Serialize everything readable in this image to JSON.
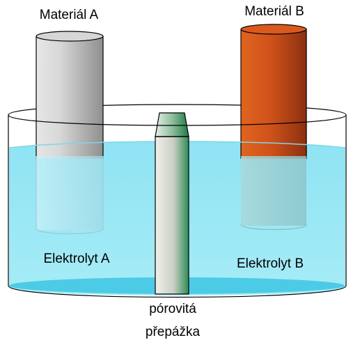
{
  "labels": {
    "material_a": "Materiál A",
    "material_b": "Materiál B",
    "electrolyte_a": "Elektrolyt A",
    "electrolyte_b": "Elektrolyt B",
    "separator_line1": "pórovitá",
    "separator_line2": "přepážka"
  },
  "colors": {
    "electrolyte": "#8fe3f3",
    "electrolyte_deep": "#5cd0ea",
    "electrode_a": "#c8c8c8",
    "electrode_b": "#d1551c",
    "separator_cap": "#2e8b57",
    "outline": "#000000"
  }
}
